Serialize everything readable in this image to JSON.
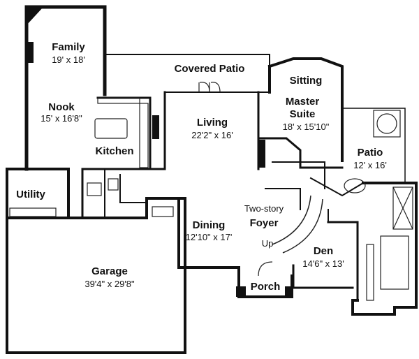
{
  "rooms": {
    "family": {
      "name": "Family",
      "dims": "19' x 18'"
    },
    "covered_patio": {
      "name": "Covered Patio"
    },
    "sitting": {
      "name": "Sitting"
    },
    "master_suite": {
      "name_line1": "Master",
      "name_line2": "Suite",
      "dims": "18' x 15'10\""
    },
    "nook": {
      "name": "Nook",
      "dims": "15' x 16'8\""
    },
    "living": {
      "name": "Living",
      "dims": "22'2\" x 16'"
    },
    "kitchen": {
      "name": "Kitchen"
    },
    "patio": {
      "name": "Patio",
      "dims": "12' x 16'"
    },
    "utility": {
      "name": "Utility"
    },
    "foyer": {
      "name_line1": "Two-story",
      "name_line2": "Foyer",
      "stair": "Up"
    },
    "dining": {
      "name": "Dining",
      "dims": "12'10\" x 17'"
    },
    "den": {
      "name": "Den",
      "dims": "14'6\" x 13'"
    },
    "garage": {
      "name": "Garage",
      "dims": "39'4\" x 29'8\""
    },
    "porch": {
      "name": "Porch"
    }
  }
}
